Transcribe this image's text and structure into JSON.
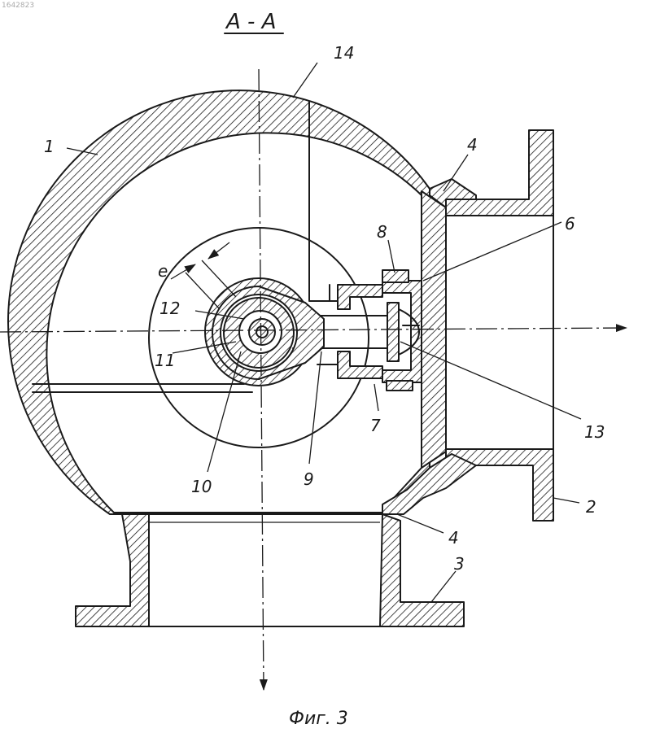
{
  "document": {
    "stamp": "1642823",
    "section_title": "А - А",
    "caption": "Фиг. 3",
    "dimension_label": "e"
  },
  "labels": [
    {
      "id": "1",
      "text": "1"
    },
    {
      "id": "2",
      "text": "2"
    },
    {
      "id": "3",
      "text": "3"
    },
    {
      "id": "4a",
      "text": "4"
    },
    {
      "id": "4b",
      "text": "4"
    },
    {
      "id": "6",
      "text": "6"
    },
    {
      "id": "7",
      "text": "7"
    },
    {
      "id": "8",
      "text": "8"
    },
    {
      "id": "9",
      "text": "9"
    },
    {
      "id": "10",
      "text": "10"
    },
    {
      "id": "11",
      "text": "11"
    },
    {
      "id": "12",
      "text": "12"
    },
    {
      "id": "13",
      "text": "13"
    },
    {
      "id": "14",
      "text": "14"
    }
  ],
  "colors": {
    "ink": "#1a1a1a",
    "paper": "#ffffff"
  }
}
